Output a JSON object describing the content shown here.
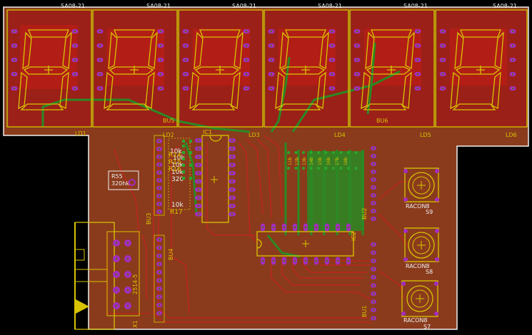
{
  "palette": {
    "background": "#000000",
    "board": "#8a3b1c",
    "copper_top": "#9c1f18",
    "copper_bottom": "#2a8a24",
    "silkscreen": "#d8c400",
    "pad": "#a52cc2",
    "pad_hole": "#5a6a1a",
    "outline": "#f0f0f0"
  },
  "displays": [
    {
      "designator": "LD1",
      "part": "SA08-21"
    },
    {
      "designator": "LD2",
      "part": "SA08-21"
    },
    {
      "designator": "LD3",
      "part": "SA08-21"
    },
    {
      "designator": "LD4",
      "part": "SA08-21"
    },
    {
      "designator": "LD5",
      "part": "SA08-21"
    },
    {
      "designator": "LD6",
      "part": "SA08-21"
    }
  ],
  "connectors": {
    "bu5": "BU5",
    "bu6": "BU6",
    "bu3": "BU3",
    "bu4": "BU4",
    "bu2": "BU2",
    "bu1": "BU1",
    "x1": "X1",
    "x1_value": "2514-5"
  },
  "ics": {
    "ic1": "IC1",
    "ic2": "IC2"
  },
  "resistor_array": {
    "values": [
      "10k",
      "10k",
      "10k",
      "10k",
      "320",
      "10k"
    ],
    "designators": [
      "R14",
      "R15",
      "R16",
      "R17"
    ]
  },
  "r55": {
    "designator": "R55",
    "value": "320hk"
  },
  "middle_resistor_labels": [
    "11b",
    "12b",
    "13b",
    "14b",
    "15b",
    "16b",
    "17b",
    "18b"
  ],
  "buttons": [
    {
      "designator": "S9",
      "value": "RACON8"
    },
    {
      "designator": "S8",
      "value": "RACON8"
    },
    {
      "designator": "S7",
      "value": "RACON8"
    }
  ]
}
